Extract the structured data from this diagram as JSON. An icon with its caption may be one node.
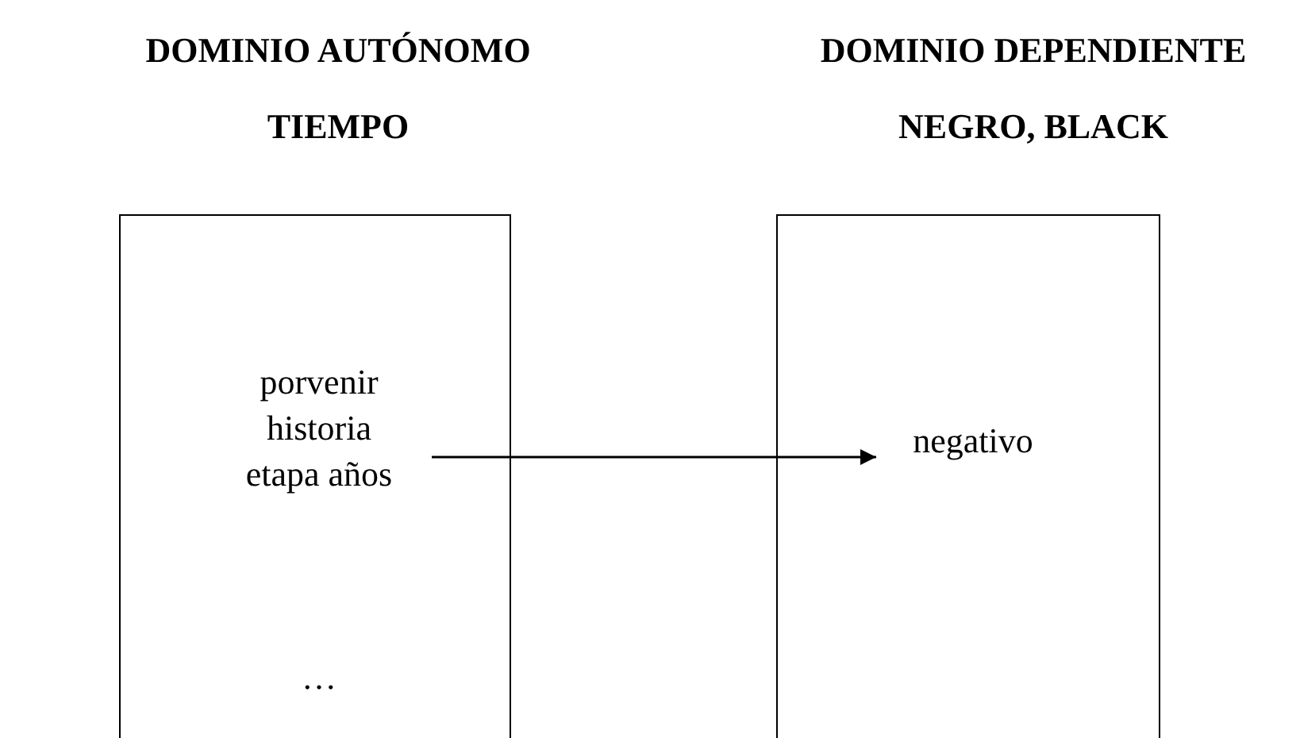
{
  "diagram": {
    "nodes": [
      {
        "text": [
          "DOMINIO AUTÓNOMO",
          "TIEMPO",
          "…"
        ]
      },
      {
        "text": [
          "porvenir historia etapa años"
        ],
        "in": 0
      },
      {
        "text": [
          "DOMINIO DEPENDIENTE",
          "NEGRO, BLACK"
        ]
      },
      {
        "text": [
          "negativo"
        ],
        "in": 2
      }
    ],
    "edges": [
      {
        "from": 1,
        "to": 3,
        "arrow": "to"
      }
    ]
  }
}
